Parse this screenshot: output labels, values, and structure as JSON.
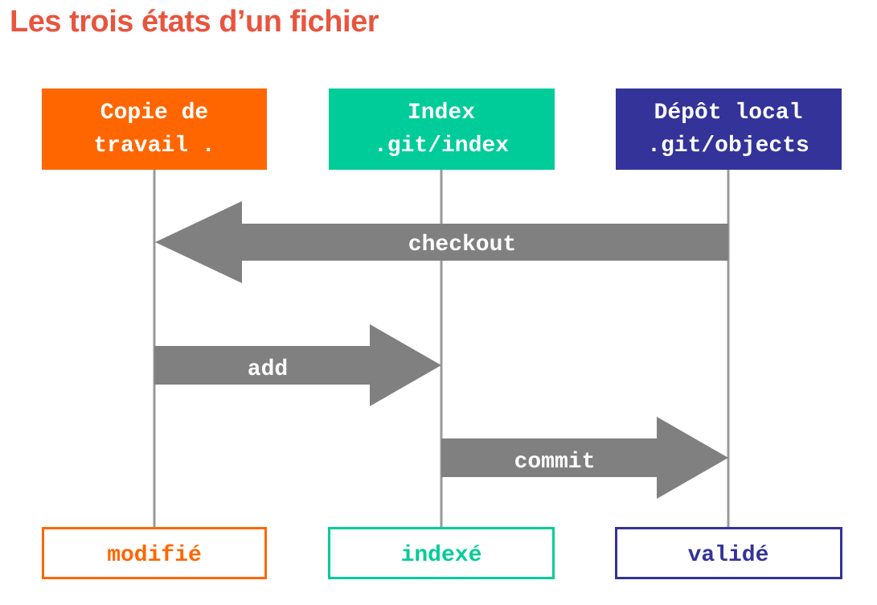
{
  "title": "Les trois états d’un fichier",
  "colors": {
    "title": "#e8553e",
    "working": "#ff6600",
    "index": "#00cc99",
    "repo": "#333399",
    "arrow": "#808080",
    "line": "#999999"
  },
  "header_boxes": [
    {
      "id": "working",
      "lines": [
        "Copie de",
        "travail ."
      ]
    },
    {
      "id": "index",
      "lines": [
        "Index",
        ".git/index"
      ]
    },
    {
      "id": "repo",
      "lines": [
        "Dépôt local",
        ".git/objects"
      ]
    }
  ],
  "arrows": [
    {
      "id": "checkout",
      "label": "checkout",
      "from": "repo",
      "to": "working"
    },
    {
      "id": "add",
      "label": "add",
      "from": "working",
      "to": "index"
    },
    {
      "id": "commit",
      "label": "commit",
      "from": "index",
      "to": "repo"
    }
  ],
  "state_boxes": [
    {
      "id": "working",
      "label": "modifié"
    },
    {
      "id": "index",
      "label": "indexé"
    },
    {
      "id": "repo",
      "label": "validé"
    }
  ]
}
